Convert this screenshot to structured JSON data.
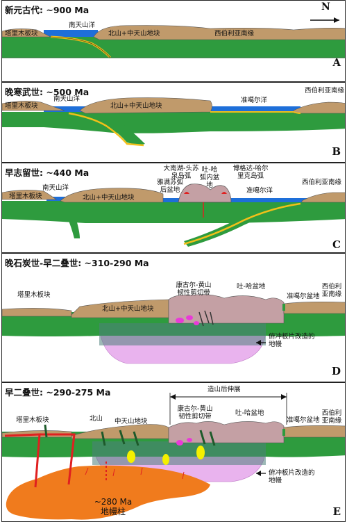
{
  "panels": [
    {
      "id": "A",
      "title": "新元古代: ~900 Ma",
      "north": "N",
      "labels": [
        "塔里木板块",
        "南天山洋",
        "北山+中天山地块",
        "西伯利亚南缘"
      ]
    },
    {
      "id": "B",
      "title": "晚寒武世: ~500 Ma",
      "labels": [
        "南天山洋",
        "塔里木板块",
        "北山+中天山地块",
        "准噶尔洋",
        "西伯利亚南缘"
      ]
    },
    {
      "id": "C",
      "title": "早志留世: ~440 Ma",
      "labels": [
        "南天山洋",
        "塔里木板块",
        "北山+中天山地块",
        "雅满苏弧后盆地",
        "大南湖-头苏泉岛弧",
        "吐-哈弧内盆地",
        "博格达-哈尔里克岛弧",
        "准噶尔洋",
        "西伯利亚南缘"
      ]
    },
    {
      "id": "D",
      "title": "晚石炭世-早二叠世: ~310-290 Ma",
      "labels": [
        "塔里木板块",
        "北山+中天山地块",
        "康古尔-黄山韧性剪切带",
        "吐-哈盆地",
        "准噶尔盆地",
        "西伯利亚南缘",
        "俯冲板片改造的地幔"
      ]
    },
    {
      "id": "E",
      "title": "早二叠世: ~290-275 Ma",
      "labels": [
        "塔里木板块",
        "北山",
        "中天山地块",
        "造山后伸展",
        "康古尔-黄山韧性剪切带",
        "吐-哈盆地",
        "准噶尔盆地",
        "西伯利亚南缘",
        "俯冲板片改造的地幔",
        "~280 Ma地幔柱"
      ]
    }
  ],
  "colors": {
    "crust": "#c09a6b",
    "basin": "#c4a0a4",
    "mantle_green": "#2e9b3e",
    "ocean": "#1e6fd9",
    "slab_edge": "#f2c019",
    "modified_mantle": "#e9b3ee",
    "plume": "#f07b1d",
    "magma_pink": "#e93ad8",
    "magma_yellow": "#f4f000",
    "dike_red": "#e02020"
  }
}
